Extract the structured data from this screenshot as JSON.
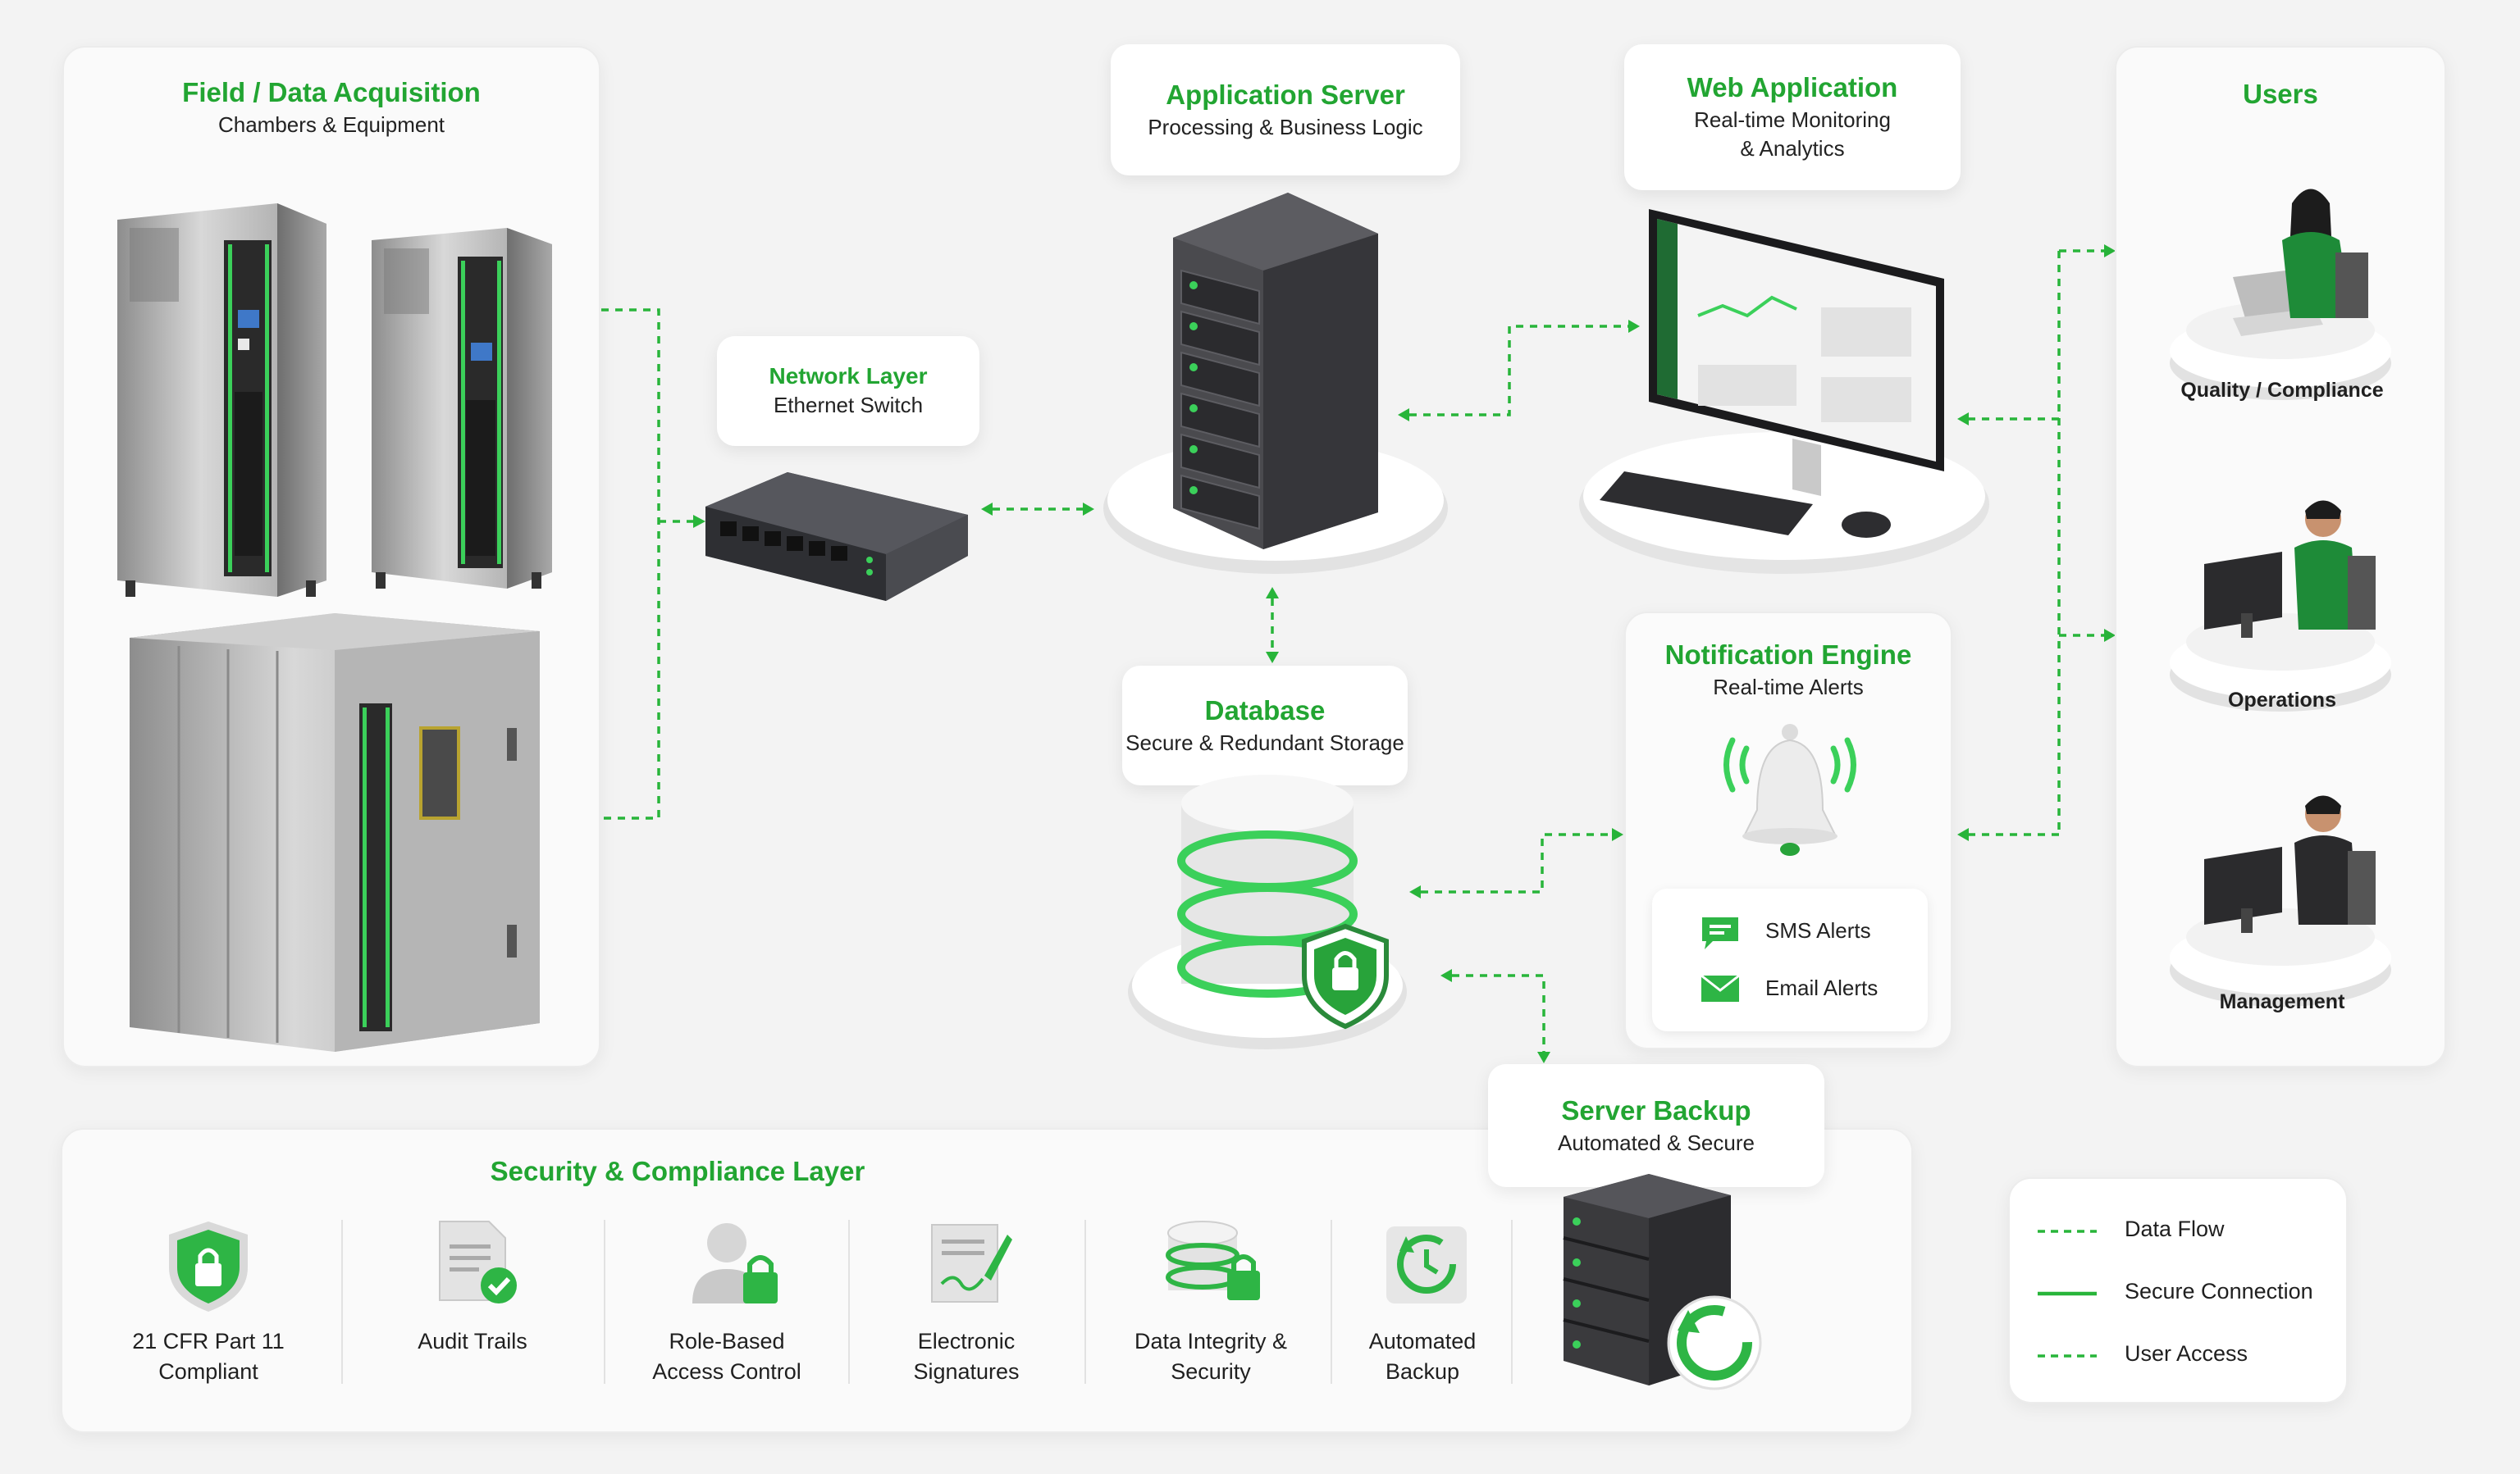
{
  "field": {
    "title": "Field / Data Acquisition",
    "subtitle": "Chambers & Equipment"
  },
  "network": {
    "title": "Network Layer",
    "subtitle": "Ethernet Switch"
  },
  "app_server": {
    "title": "Application Server",
    "subtitle": "Processing & Business Logic"
  },
  "web_app": {
    "title": "Web Application",
    "subtitle": "Real-time Monitoring\n& Analytics"
  },
  "database": {
    "title": "Database",
    "subtitle": "Secure & Redundant Storage"
  },
  "notification": {
    "title": "Notification Engine",
    "subtitle": "Real-time Alerts",
    "sms_label": "SMS Alerts",
    "email_label": "Email Alerts"
  },
  "backup": {
    "title": "Server Backup",
    "subtitle": "Automated & Secure"
  },
  "users": {
    "title": "Users",
    "items": [
      {
        "label": "Quality / Compliance"
      },
      {
        "label": "Operations"
      },
      {
        "label": "Management"
      }
    ]
  },
  "security": {
    "title": "Security & Compliance Layer",
    "items": [
      {
        "label": "21 CFR Part 11\nCompliant",
        "icon": "shield-lock-icon"
      },
      {
        "label": "Audit Trails",
        "icon": "document-check-icon"
      },
      {
        "label": "Role-Based\nAccess Control",
        "icon": "user-lock-icon"
      },
      {
        "label": "Electronic\nSignatures",
        "icon": "signature-icon"
      },
      {
        "label": "Data Integrity &\nSecurity",
        "icon": "database-lock-icon"
      },
      {
        "label": "Automated\nBackup",
        "icon": "backup-clock-icon"
      }
    ]
  },
  "legend": {
    "items": [
      {
        "label": "Data Flow"
      },
      {
        "label": "Secure Connection"
      },
      {
        "label": "User Access"
      }
    ]
  },
  "colors": {
    "accent": "#22a532",
    "card_bg": "#fafafa",
    "page_bg": "#f3f3f3"
  }
}
